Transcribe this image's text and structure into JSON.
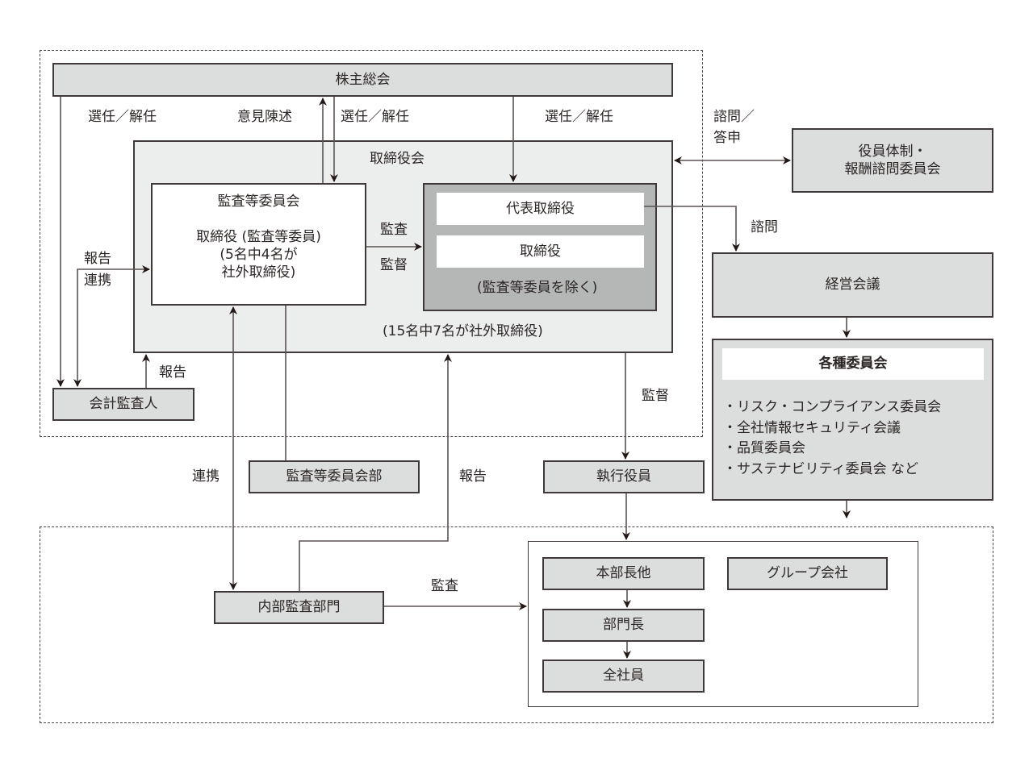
{
  "nodes": {
    "shareholders_meeting": "株主総会",
    "board": "取締役会",
    "board_note": "(15名中7名が社外取締役)",
    "audit_committee": {
      "title": "監査等委員会",
      "line1": "取締役 (監査等委員)",
      "line2": "(5名中4名が",
      "line3": "社外取締役)"
    },
    "representative_director": "代表取締役",
    "directors": "取締役",
    "directors_note": "(監査等委員を除く)",
    "accounting_auditor": "会計監査人",
    "nomination_committee": {
      "line1": "役員体制・",
      "line2": "報酬諮問委員会"
    },
    "management_meeting": "経営会議",
    "committees": {
      "title": "各種委員会",
      "items": [
        "・リスク・コンプライアンス委員会",
        "・全社情報セキュリティ会議",
        "・品質委員会",
        "・サステナビリティ委員会 など"
      ]
    },
    "audit_committee_office": "監査等委員会部",
    "executive_officers": "執行役員",
    "internal_audit": "内部監査部門",
    "division_heads": "本部長他",
    "department_heads": "部門長",
    "all_employees": "全社員",
    "group_companies": "グループ会社"
  },
  "edges": {
    "appoint_dismiss_1": "選任／解任",
    "opinion": "意見陳述",
    "appoint_dismiss_2": "選任／解任",
    "appoint_dismiss_3": "選任／解任",
    "consult_respond_1": "諮問／",
    "consult_respond_2": "答申",
    "consult": "諮問",
    "audit_1": "監査",
    "supervise_1": "監督",
    "report_1": "報告",
    "cooperate_1": "連携",
    "report_2": "報告",
    "supervise_2": "監督",
    "cooperate_2": "連携",
    "report_3": "報告",
    "audit_2": "監査"
  }
}
